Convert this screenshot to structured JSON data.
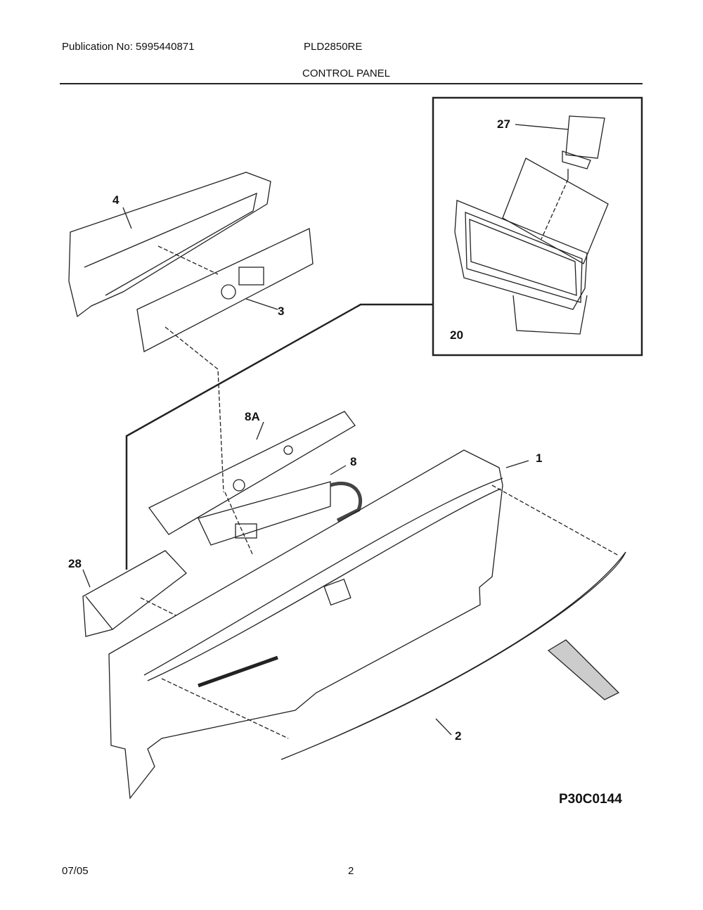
{
  "header": {
    "publication": "Publication No: 5995440871",
    "model": "PLD2850RE",
    "section_title": "CONTROL PANEL"
  },
  "diagram": {
    "callouts": [
      "1",
      "2",
      "3",
      "4",
      "8",
      "8A",
      "20",
      "27",
      "28"
    ],
    "drawing_code": "P30C0144"
  },
  "footer": {
    "date": "07/05",
    "page": "2"
  }
}
